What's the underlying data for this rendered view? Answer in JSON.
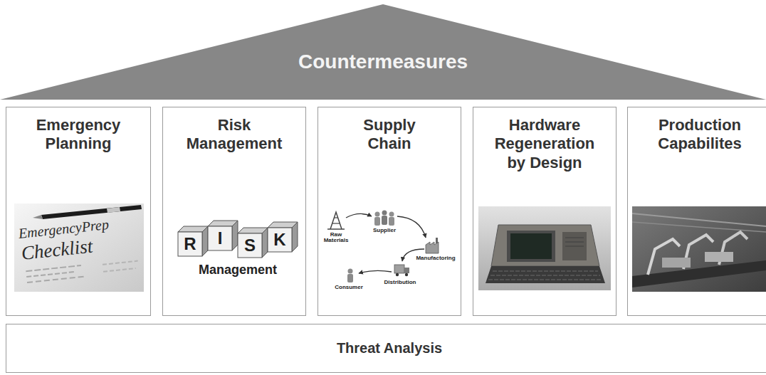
{
  "diagram": {
    "nodes": [
      {
        "text": [
          "Countermeasures"
        ]
      },
      {
        "text": [
          "Emergency Planning"
        ]
      },
      {
        "text": [
          "Risk Management"
        ]
      },
      {
        "text": [
          "Supply Chain"
        ]
      },
      {
        "text": [
          "Hardware Regeneration by Design"
        ]
      },
      {
        "text": [
          "Production Capabilites"
        ]
      },
      {
        "text": [
          "Threat Analysis"
        ]
      }
    ],
    "labels": [
      "EmergencyPrep",
      "Checklist",
      "R",
      "I",
      "S",
      "K",
      "Management",
      "Raw Materials",
      "Supplier",
      "Manufactoring",
      "Distribution",
      "Consumer"
    ]
  }
}
